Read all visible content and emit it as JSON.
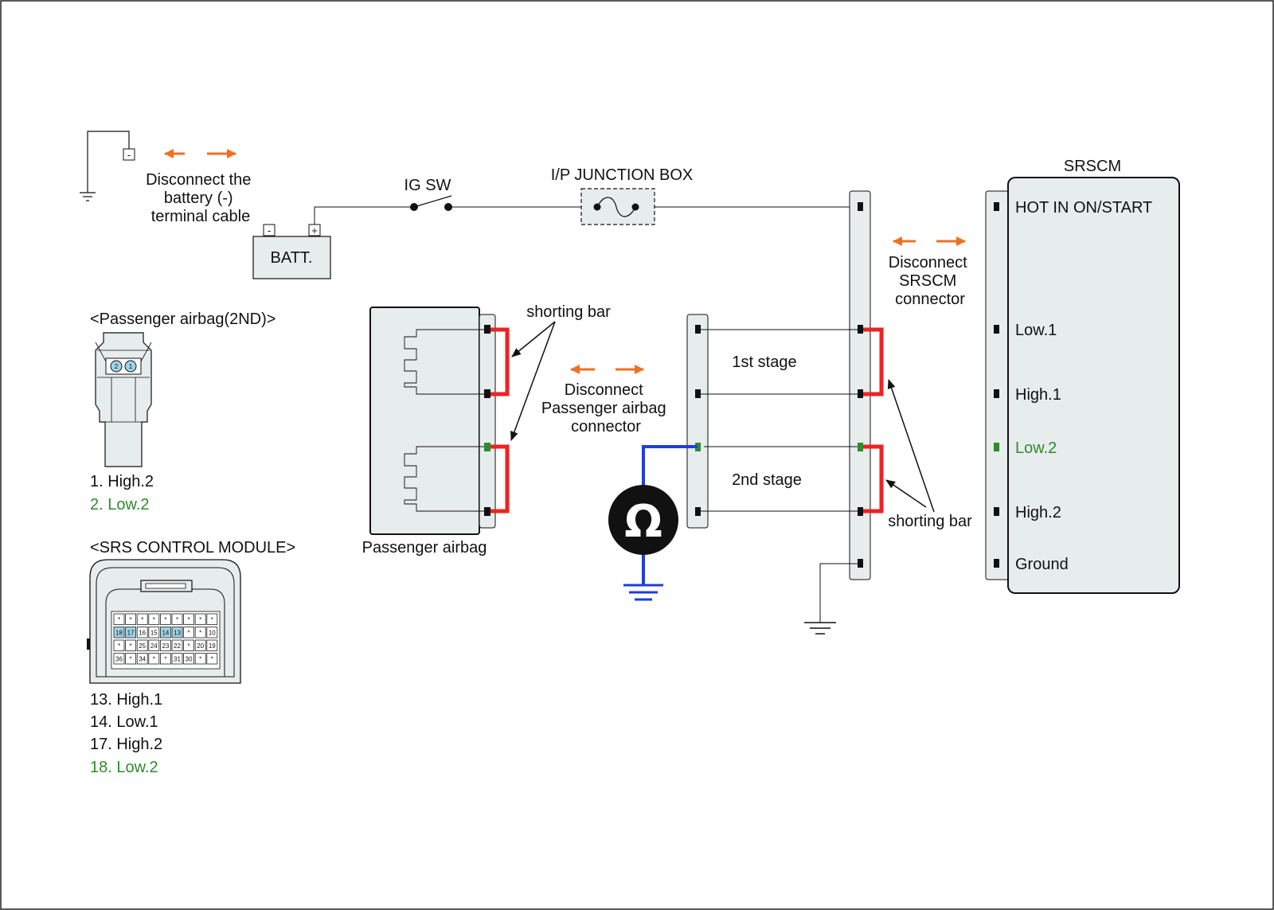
{
  "colors": {
    "panel_fill": "#e7eced",
    "shorting_bar": "#ee2222",
    "meter_wire": "#1f3fd8",
    "disconnect_arrow": "#f07020",
    "low2_green": "#2e8b2e",
    "pin_highlight": "#9fd3e3"
  },
  "icons": {
    "ohmmeter": "omega-icon",
    "ground": "ground-icon",
    "fuse": "fuse-icon",
    "switch": "switch-icon"
  },
  "battery": {
    "label": "BATT.",
    "neg_sign": "-",
    "pos_sign": "+",
    "disconnect_text": [
      "Disconnect the",
      "battery (-)",
      "terminal cable"
    ]
  },
  "ig_sw": {
    "label": "IG SW"
  },
  "junction_box": {
    "label": "I/P JUNCTION BOX"
  },
  "srscm": {
    "title": "SRSCM",
    "pins": [
      "HOT IN ON/START",
      "Low.1",
      "High.1",
      "Low.2",
      "High.2",
      "Ground"
    ],
    "disconnect_text": [
      "Disconnect",
      "SRSCM",
      "connector"
    ]
  },
  "passenger_airbag": {
    "label": "Passenger airbag",
    "disconnect_text": [
      "Disconnect",
      "Passenger airbag",
      "connector"
    ]
  },
  "shorting_bar_label": "shorting bar",
  "stages": {
    "first": "1st stage",
    "second": "2nd stage"
  },
  "ohmmeter_symbol": "Ω",
  "connector_2nd": {
    "title": "<Passenger airbag(2ND)>",
    "pin_numbers": [
      "2",
      "1"
    ],
    "pins": [
      "1. High.2",
      "2. Low.2"
    ]
  },
  "srs_module": {
    "title": "<SRS CONTROL MODULE>",
    "grid_rows": [
      [
        "*",
        "*",
        "*",
        "*",
        "*",
        "*",
        "*",
        "*",
        "*"
      ],
      [
        "18",
        "17",
        "16",
        "15",
        "14",
        "13",
        "*",
        "*",
        "10"
      ],
      [
        "*",
        "*",
        "25",
        "24",
        "23",
        "22",
        "*",
        "20",
        "19"
      ],
      [
        "36",
        "*",
        "34",
        "*",
        "*",
        "31",
        "30",
        "*",
        "*"
      ]
    ],
    "highlighted_pins": [
      "18",
      "17",
      "14",
      "13"
    ],
    "pins": [
      "13. High.1",
      "14. Low.1",
      "17. High.2",
      "18. Low.2"
    ]
  }
}
